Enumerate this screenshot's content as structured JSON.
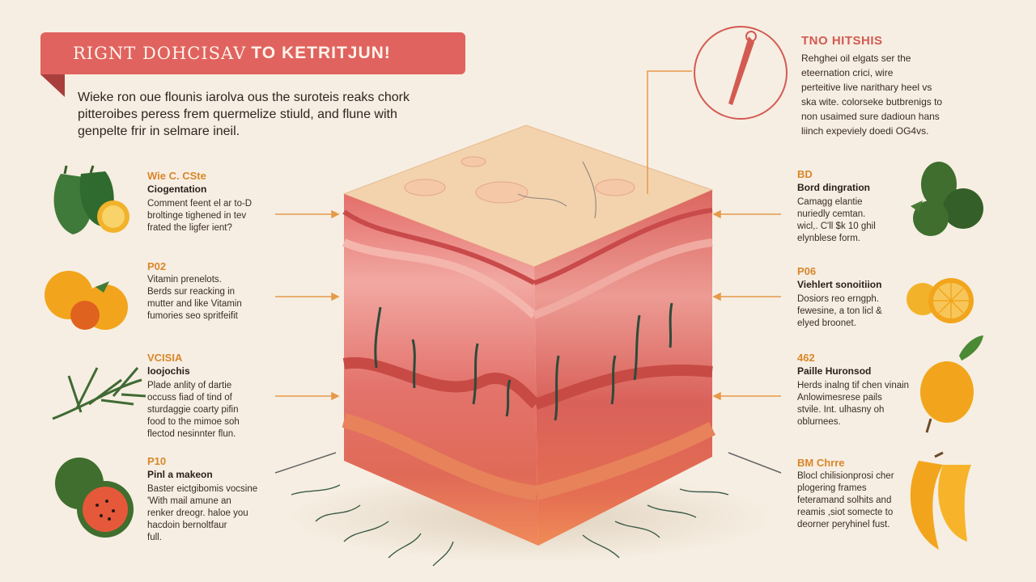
{
  "banner": {
    "part1": "RIGNT DOHCISAV",
    "part2": "TO KETRITJUN!"
  },
  "intro": "Wieke ron oue flounis iarolva ous the suroteis reaks chork pitteroibes peress frem quermelize stiuld, and flune with genpelte frir in selmare ineil.",
  "top_right": {
    "title": "TNO HITSHIS",
    "body": "Rehghei oil elgats ser the\neteernation crici, wire\nperteitive live narithary heel vs\nska wite. colorseke butbrenigs to\nnon usaimed sure dadioun hans\nliinch expeviely doedi OG4vs."
  },
  "left_items": [
    {
      "code": "Wie C. CSte",
      "head": "Ciogentation",
      "body": "Comment feent el ar to-D\nbroltinge tighened in tev\nfrated the ligfer ient?"
    },
    {
      "code": "P02",
      "head": "",
      "body": "Vitamin prenelots.\nBerds sur reacking in\nmutter and like Vitamin\nfumories seo spritfeifit"
    },
    {
      "code": "VCISIA",
      "head": "loojochis",
      "body": "Plade anlity of dartie\noccuss fiad of tind of\nsturdaggie coarty pifin\nfood to the mimoe soh\nflectod nesinnter flun."
    },
    {
      "code": "P10",
      "head": "Pinl a makeon",
      "body": "Baster eictgibomis vocsine\n'With mail amune an\nrenker dreogr. haloe you\nhacdoin bernoltfaur\nfull."
    }
  ],
  "right_items": [
    {
      "code": "BD",
      "head": "Bord dingration",
      "body": "Camagg elantie\nnuriedly cemtan.\nwicl,. C'll $k 10 ghil\nelynblese form."
    },
    {
      "code": "P06",
      "head": "Viehlert sonoitiion",
      "body": "Dosiors reo erngph.\nfewesine, a ton licl &\nelyed broonet."
    },
    {
      "code": "462",
      "head": "Paille Huronsod",
      "body": "Herds inalng tif chen vinain\nAnlowimesrese pails\nstvile. Int. ulhasny oh\noblurnees."
    },
    {
      "code": "BM Chrre",
      "head": "",
      "body": "Blocl chilisionprosi cher\nplogering frames\nfeteramand solhits and\nreamis ,siot somecte to\ndeorner peryhinel fust."
    }
  ],
  "colors": {
    "banner": "#e0635f",
    "accent_text": "#d9862b",
    "background": "#f6eee2",
    "skin_top": "#f3d3ae",
    "tissue_red": "#d95a5a"
  },
  "icons": [
    "pepper-lime-icon",
    "orange-icon",
    "rosemary-icon",
    "papaya-icon",
    "avocado-icon",
    "orange-slice-icon",
    "persimmon-icon",
    "banana-icon",
    "dropper-icon"
  ]
}
